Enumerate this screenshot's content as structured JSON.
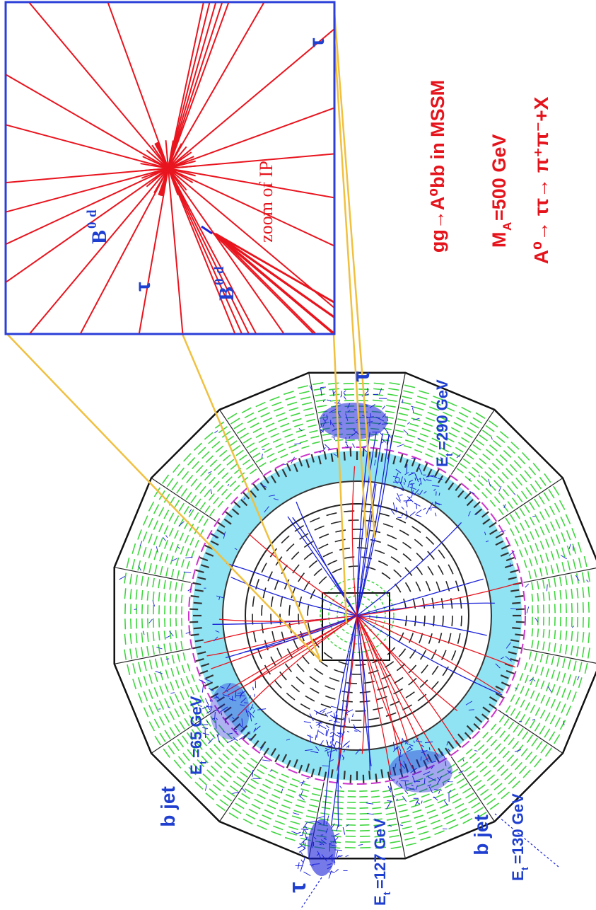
{
  "colors": {
    "track_red": "#e8141e",
    "track_blue": "#1b22d8",
    "label_blue": "#1f3fd0",
    "label_red": "#e5141c",
    "zoom_border": "#2b3fd8",
    "calo_green": "#3ed63e",
    "ecal_cyan": "#8fe3f2",
    "magenta": "#cc33cc",
    "callout_yellow": "#f0c040"
  },
  "zoom": {
    "label": "zoom of IP",
    "tau_top": "τ",
    "tau_mid": "τ",
    "b_upper": "B",
    "b_upper_sup": "0",
    "b_upper_sub": "d",
    "b_lower": "B",
    "b_lower_sup": "0",
    "b_lower_sub": "d"
  },
  "process": {
    "line1": "gg→A⁰bb in MSSM",
    "line2_main": "M",
    "line2_sub": "A",
    "line2_rest": "=500 GeV",
    "line3": "A⁰→ ττ→ π⁺π⁻+X"
  },
  "event": {
    "tau_right": "τ",
    "tau_left": "τ",
    "et_290": "E",
    "et_290_sub": "t",
    "et_290_rest": "=290 GeV",
    "bjet_upper": "b jet",
    "et_65": "E",
    "et_65_sub": "t",
    "et_65_rest": "=65 GeV",
    "et_127": "E",
    "et_127_sub": "t",
    "et_127_rest": "=127 GeV",
    "bjet_lower": "b jet",
    "et_130": "E",
    "et_130_sub": "t",
    "et_130_rest": "=130 GeV"
  }
}
